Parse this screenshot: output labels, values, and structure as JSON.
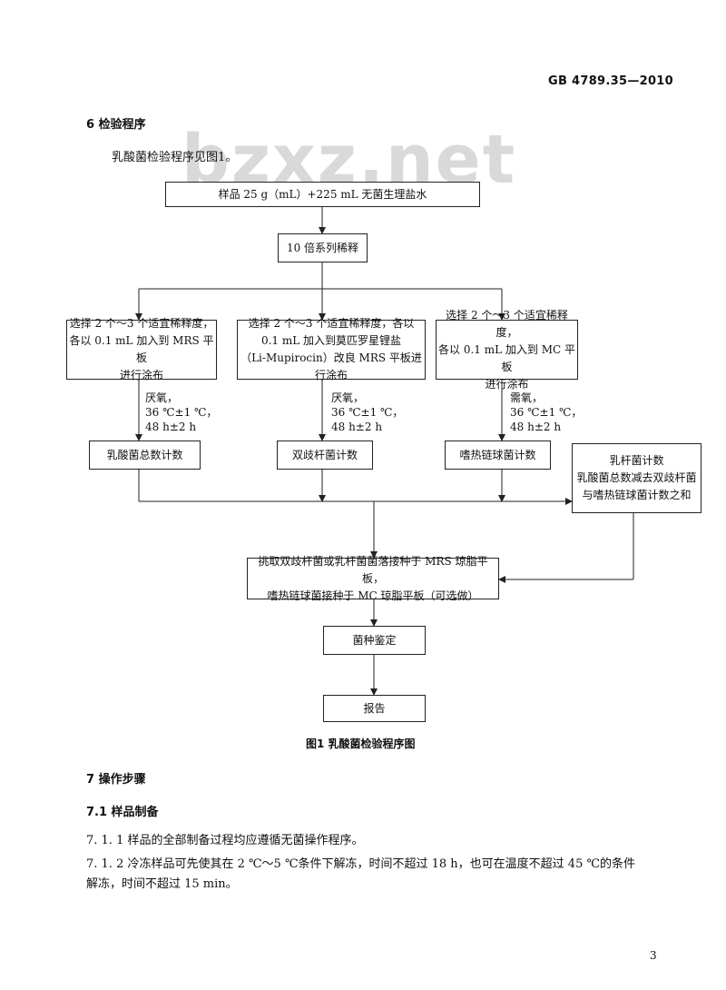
{
  "header": {
    "standard_code": "GB 4789.35—2010"
  },
  "watermark": "bzxz.net",
  "section6": {
    "heading": "6  检验程序",
    "intro": "乳酸菌检验程序见图1。"
  },
  "flowchart": {
    "sample": "样品 25 g（mL）+225 mL 无菌生理盐水",
    "dilution": "10 倍系列稀释",
    "branch_mrs": [
      "选择 2 个～3 个适宜稀释度，",
      "各以 0.1 mL 加入到 MRS 平板",
      "进行涂布"
    ],
    "branch_limup": [
      "选择 2 个～3 个适宜稀释度，各以",
      "0.1 mL 加入到莫匹罗星锂盐",
      "（Li-Mupirocin）改良 MRS 平板进行涂布"
    ],
    "branch_mc": [
      "选择 2 个～3 个适宜稀释度，",
      "各以 0.1 mL 加入到 MC 平板",
      "进行涂布"
    ],
    "cond_1": [
      "厌氧，",
      "36 ℃±1 ℃，",
      "48 h±2 h"
    ],
    "cond_2": [
      "厌氧，",
      "36 ℃±1 ℃，",
      "48 h±2 h"
    ],
    "cond_3": [
      "需氧，",
      "36 ℃±1 ℃，",
      "48 h±2 h"
    ],
    "count_total": "乳酸菌总数计数",
    "count_bifido": "双歧杆菌计数",
    "count_strep": "嗜热链球菌计数",
    "count_lacto": [
      "乳杆菌计数",
      "乳酸菌总数减去双歧杆菌",
      "与嗜热链球菌计数之和"
    ],
    "pick": [
      "挑取双歧杆菌或乳杆菌菌落接种于 MRS 琼脂平板，",
      "嗜热链球菌接种于 MC 琼脂平板（可选做）"
    ],
    "identify": "菌种鉴定",
    "report": "报告"
  },
  "figure_caption": "图1   乳酸菌检验程序图",
  "section7": {
    "heading": "7   操作步骤",
    "sub_heading": "7.1 样品制备",
    "item_711": "7. 1. 1    样品的全部制备过程均应遵循无菌操作程序。",
    "item_712_line1": "7. 1. 2    冷冻样品可先使其在 2 ℃～5 ℃条件下解冻，时间不超过 18 h，也可在温度不超过 45 ℃的条件",
    "item_712_line2": "解冻，时间不超过 15 min。"
  },
  "page_number": "3"
}
